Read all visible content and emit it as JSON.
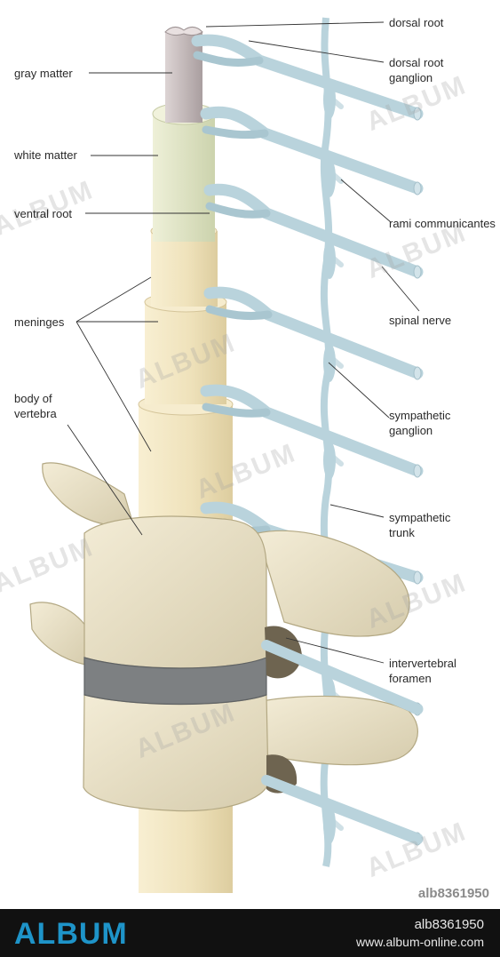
{
  "labels": {
    "gray_matter": "gray matter",
    "white_matter": "white matter",
    "ventral_root": "ventral root",
    "meninges": "meninges",
    "body_of_vertebra": "body of vertebra",
    "dorsal_root": "dorsal root",
    "dorsal_root_ganglion": "dorsal root ganglion",
    "rami_communicantes": "rami communicantes",
    "spinal_nerve": "spinal nerve",
    "sympathetic_ganglion": "sympathetic ganglion",
    "sympathetic_trunk": "sympathetic trunk",
    "intervertebral_foramen": "intervertebral foramen"
  },
  "watermark": {
    "text": "ALBUM",
    "ref": "alb8361950"
  },
  "footer": {
    "brand": "ALBUM",
    "id": "alb8361950",
    "url": "www.album-online.com"
  },
  "colors": {
    "nerve": "#b9d3dc",
    "bone": "#ece4cc",
    "meninges": "#f3e8c6",
    "white_matter": "#dfe4c6",
    "gray_matter": "#c9bfc0",
    "disc": "#7d8082",
    "footer_brand": "#1e94c9"
  }
}
